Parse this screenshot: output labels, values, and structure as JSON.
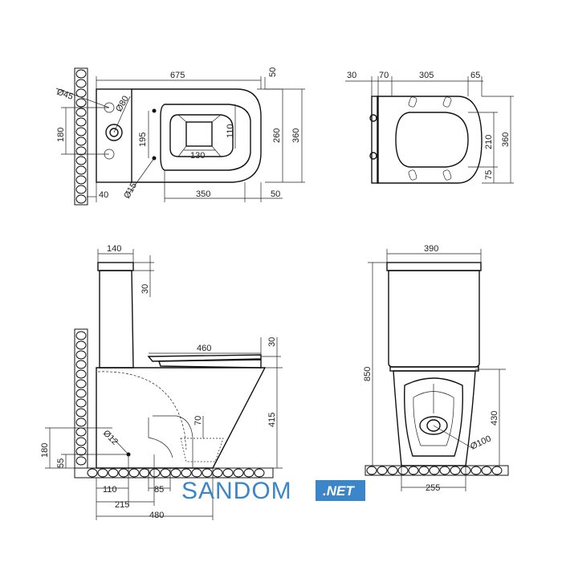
{
  "watermark": {
    "brand": "SANDOM",
    "suffix": ".NET",
    "color": "#3a86c8"
  },
  "top_view": {
    "dims": {
      "total_length": "675",
      "tank_gap": "50",
      "diam_45": "Ø45",
      "diam_80": "Ø80",
      "bolts_spacing": "180",
      "bowl_depth": "195",
      "bowl_width": "260",
      "total_width": "360",
      "bottom_width": "110",
      "drain_width": "130",
      "tank_offset": "40",
      "diam_15": "Ø15",
      "base_length": "350",
      "front_gap": "50"
    }
  },
  "seat_view": {
    "dims": {
      "left": "30",
      "hinge": "70",
      "length": "305",
      "front": "65",
      "inner_width": "210",
      "outer_width": "360",
      "hinge_width": "75"
    }
  },
  "side_view": {
    "dims": {
      "tank_depth": "140",
      "tank_top": "30",
      "seat_length": "460",
      "seat_top": "30",
      "bowl_height": "415",
      "water_depth": "70",
      "diam_12": "Ø12",
      "outlet_height": "180",
      "outlet_base": "55",
      "base_offset": "110",
      "floor_gap": "85",
      "outlet_axis": "215",
      "total_depth": "480"
    }
  },
  "front_view": {
    "dims": {
      "width": "390",
      "total_height": "850",
      "outlet_height": "430",
      "diam_100": "Ø100",
      "base_width": "255"
    }
  }
}
